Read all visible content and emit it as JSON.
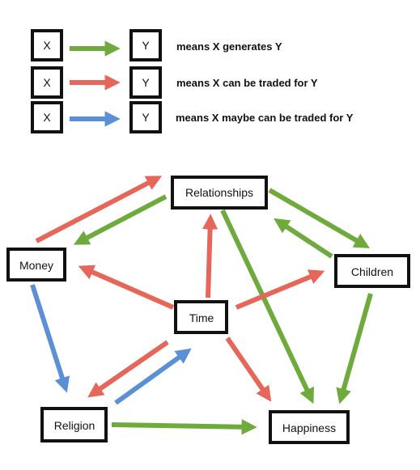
{
  "legend": [
    {
      "from": "X",
      "to": "Y",
      "color": "#6fab3c",
      "text": "means X generates Y"
    },
    {
      "from": "X",
      "to": "Y",
      "color": "#e7665a",
      "text": "means X can be traded for Y"
    },
    {
      "from": "X",
      "to": "Y",
      "color": "#5b8fd6",
      "text": "means X maybe can be traded for Y"
    }
  ],
  "nodes": {
    "relationships": "Relationships",
    "money": "Money",
    "children": "Children",
    "time": "Time",
    "religion": "Religion",
    "happiness": "Happiness"
  },
  "colors": {
    "generates": "#6fab3c",
    "traded": "#e7665a",
    "maybe": "#5b8fd6"
  },
  "edges": [
    {
      "from": "money",
      "to": "relationships",
      "relation": "traded"
    },
    {
      "from": "relationships",
      "to": "money",
      "relation": "generates"
    },
    {
      "from": "relationships",
      "to": "children",
      "relation": "generates"
    },
    {
      "from": "children",
      "to": "relationships",
      "relation": "generates"
    },
    {
      "from": "relationships",
      "to": "happiness",
      "relation": "generates"
    },
    {
      "from": "time",
      "to": "money",
      "relation": "traded"
    },
    {
      "from": "time",
      "to": "relationships",
      "relation": "traded"
    },
    {
      "from": "time",
      "to": "children",
      "relation": "traded"
    },
    {
      "from": "time",
      "to": "religion",
      "relation": "traded"
    },
    {
      "from": "religion",
      "to": "time",
      "relation": "maybe"
    },
    {
      "from": "time",
      "to": "happiness",
      "relation": "traded"
    },
    {
      "from": "money",
      "to": "religion",
      "relation": "maybe"
    },
    {
      "from": "children",
      "to": "happiness",
      "relation": "generates"
    },
    {
      "from": "religion",
      "to": "happiness",
      "relation": "generates"
    }
  ]
}
